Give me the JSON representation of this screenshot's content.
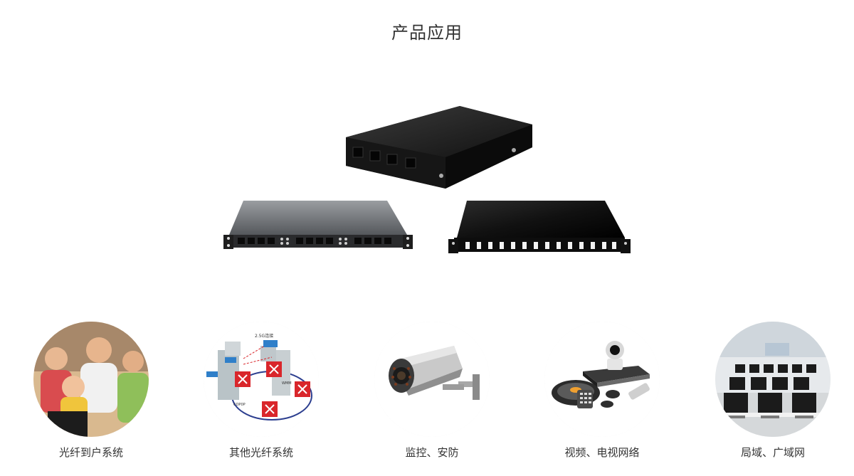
{
  "section": {
    "title": "产品应用"
  },
  "products": [
    {
      "name": "desktop-fiber-terminal-box"
    },
    {
      "name": "rack-patch-panel-grey"
    },
    {
      "name": "rack-patch-panel-black"
    }
  ],
  "applications": [
    {
      "label": "光纤到户系统",
      "icon": "family-computer"
    },
    {
      "label": "其他光纤系统",
      "icon": "network-topology",
      "diagram_texts": [
        "2.5G连接",
        "WMM",
        "COP0P"
      ]
    },
    {
      "label": "监控、安防",
      "icon": "security-camera"
    },
    {
      "label": "视频、电视网络",
      "icon": "video-conference"
    },
    {
      "label": "局域、广域网",
      "icon": "computer-lab"
    }
  ],
  "colors": {
    "title": "#333333",
    "label": "#333333",
    "device_black": "#1a1a1a",
    "device_grey": "#7d8085",
    "accent_red": "#d9262b"
  }
}
